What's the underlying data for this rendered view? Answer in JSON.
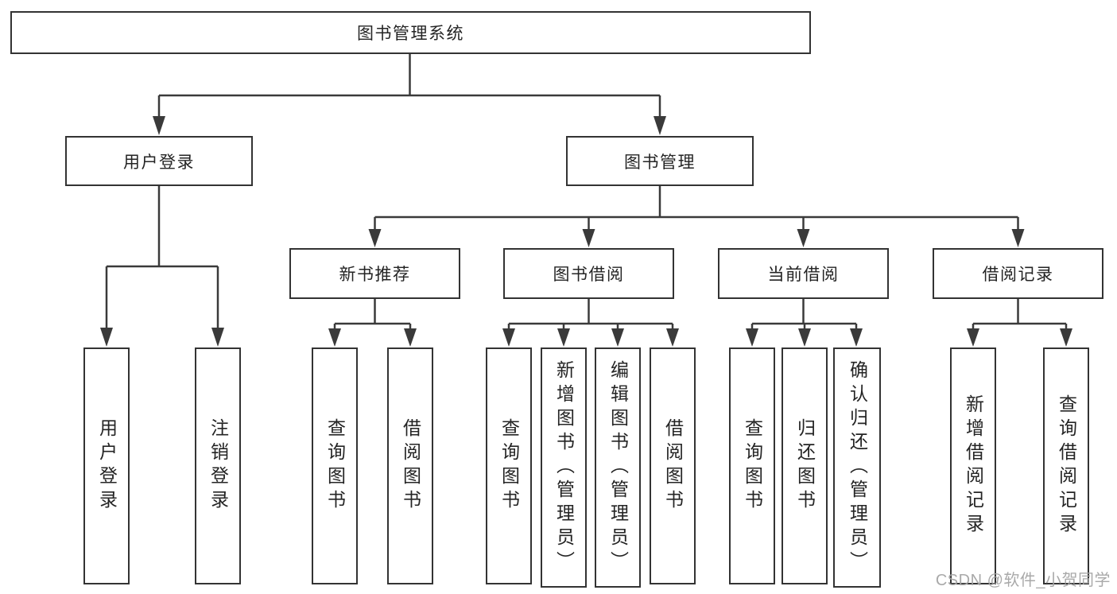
{
  "diagram": {
    "root": {
      "label": "图书管理系统"
    },
    "branches": [
      {
        "label": "用户登录",
        "children": [
          {
            "label": "用户登录"
          },
          {
            "label": "注销登录"
          }
        ]
      },
      {
        "label": "图书管理",
        "children": [
          {
            "label": "新书推荐",
            "children": [
              {
                "label": "查询图书"
              },
              {
                "label": "借阅图书"
              }
            ]
          },
          {
            "label": "图书借阅",
            "children": [
              {
                "label": "查询图书"
              },
              {
                "label": "新增图书（管理员）"
              },
              {
                "label": "编辑图书（管理员）"
              },
              {
                "label": "借阅图书"
              }
            ]
          },
          {
            "label": "当前借阅",
            "children": [
              {
                "label": "查询图书"
              },
              {
                "label": "归还图书"
              },
              {
                "label": "确认归还（管理员）"
              }
            ]
          },
          {
            "label": "借阅记录",
            "children": [
              {
                "label": "新增借阅记录"
              },
              {
                "label": "查询借阅记录"
              }
            ]
          }
        ]
      }
    ]
  },
  "watermark": {
    "text": "CSDN @软件_小贺同学"
  },
  "colors": {
    "line": "#3a3a3a",
    "border": "#333333",
    "text": "#242424",
    "background": "#ffffff",
    "watermark": "#a4a4a4"
  }
}
